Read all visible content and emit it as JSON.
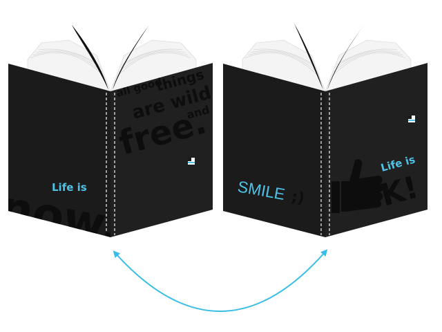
{
  "colors": {
    "cover": "#1b1b1c",
    "cover_text": "#0d0d0d",
    "accent": "#4fc3e6",
    "arrow": "#39bde6",
    "pages": "#f4f4f4",
    "page_lines": "#c9c9c9",
    "stitch": "#e6e6e6"
  },
  "notebook_left": {
    "back_cover": {
      "quote_line1": "all good",
      "quote_line2": "things",
      "quote_line3": "are wild",
      "quote_line4": "and",
      "quote_line5": "free.",
      "logo_icon": "notebook-logo-icon"
    },
    "front_cover": {
      "accent_label": "Life is",
      "big_word": "now."
    }
  },
  "notebook_right": {
    "back_cover": {
      "accent_word": "SMILE",
      "emoticon": ";)"
    },
    "front_cover": {
      "accent_label": "Life is",
      "thumb_icon": "thumbs-up-icon",
      "big_word": "K!",
      "logo_icon": "notebook-logo-icon"
    }
  },
  "arrow_icon": "double-headed-arrow-icon"
}
